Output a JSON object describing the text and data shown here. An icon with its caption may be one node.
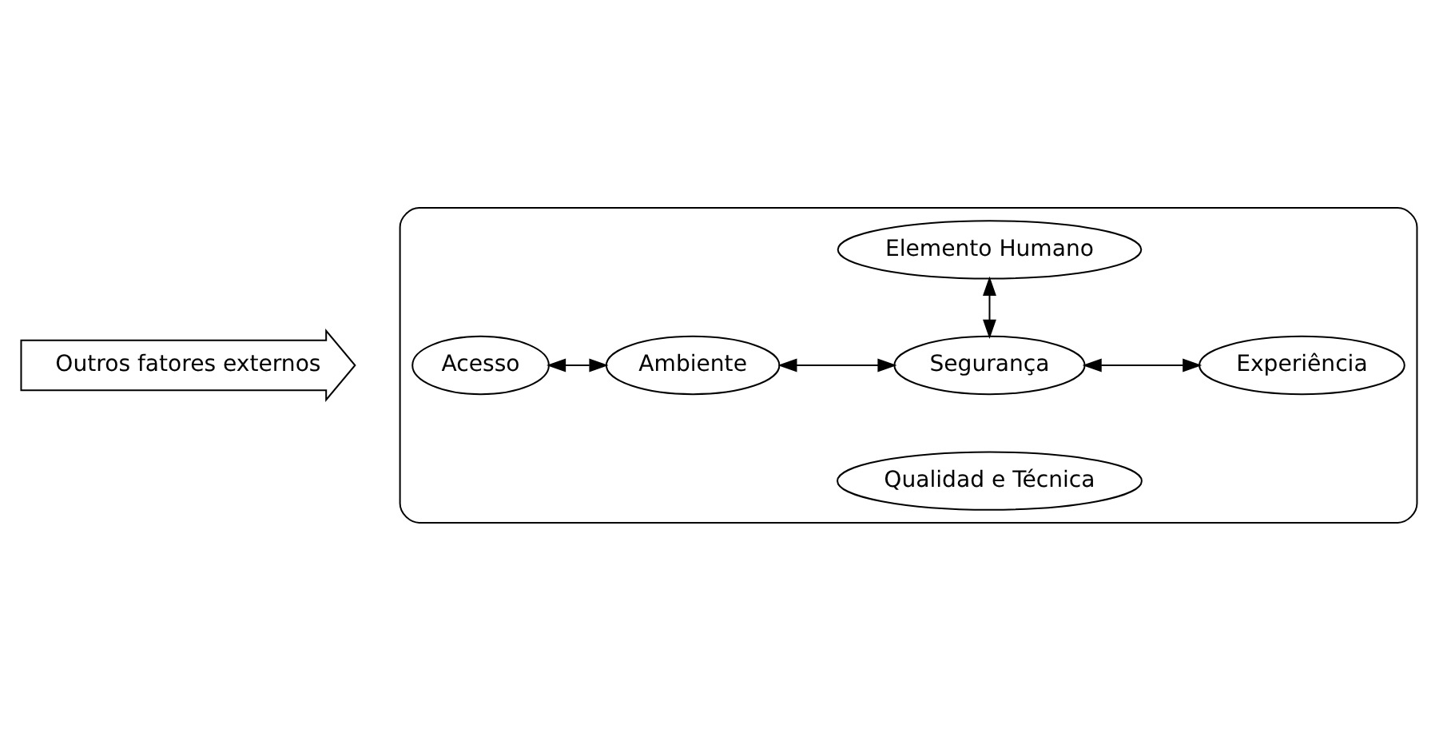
{
  "diagram": {
    "nodes": [
      {
        "text": [
          "Outros fatores externos"
        ]
      },
      {
        "text": [],
        "shape": "ellipse"
      },
      {
        "text": [
          "Elemento Humano"
        ],
        "in": 1
      },
      {
        "text": [
          "Acesso"
        ],
        "in": 1
      },
      {
        "text": [
          "Ambiente"
        ],
        "in": 1
      },
      {
        "text": [
          "Segurança"
        ],
        "in": 1
      },
      {
        "text": [
          "Experiência"
        ],
        "in": 1
      },
      {
        "text": [
          "Qualidad e Técnica"
        ],
        "in": 1
      }
    ],
    "edges": [
      {
        "from": 3,
        "to": 4,
        "arrow": "both"
      },
      {
        "from": 4,
        "to": 5,
        "arrow": "both"
      },
      {
        "from": 5,
        "to": 2,
        "arrow": "both"
      },
      {
        "from": 5,
        "to": 6,
        "arrow": "both"
      }
    ]
  }
}
